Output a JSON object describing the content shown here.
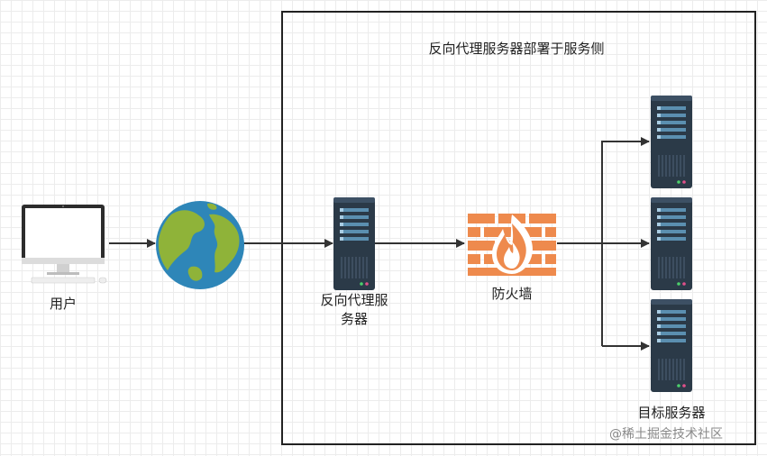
{
  "diagram": {
    "title": "反向代理服务器部署于服务侧",
    "nodes": {
      "user": {
        "label": "用户",
        "icon": "desktop-computer-icon"
      },
      "internet": {
        "icon": "globe-icon"
      },
      "reverse_proxy": {
        "label_line1": "反向代理服",
        "label_line2": "务器",
        "icon": "server-icon"
      },
      "firewall": {
        "label": "防火墙",
        "icon": "firewall-icon"
      },
      "targets": {
        "label": "目标服务器",
        "count": 3,
        "icon": "server-icon"
      }
    },
    "watermark": "@稀土掘金技术社区"
  },
  "colors": {
    "boundary": "#222222",
    "arrow": "#333333",
    "server_body": "#2b3a48",
    "server_bar": "#5b8fb0",
    "firewall": "#ee8a4d",
    "globe_ocean": "#2e86b8",
    "globe_land": "#8fb339"
  }
}
